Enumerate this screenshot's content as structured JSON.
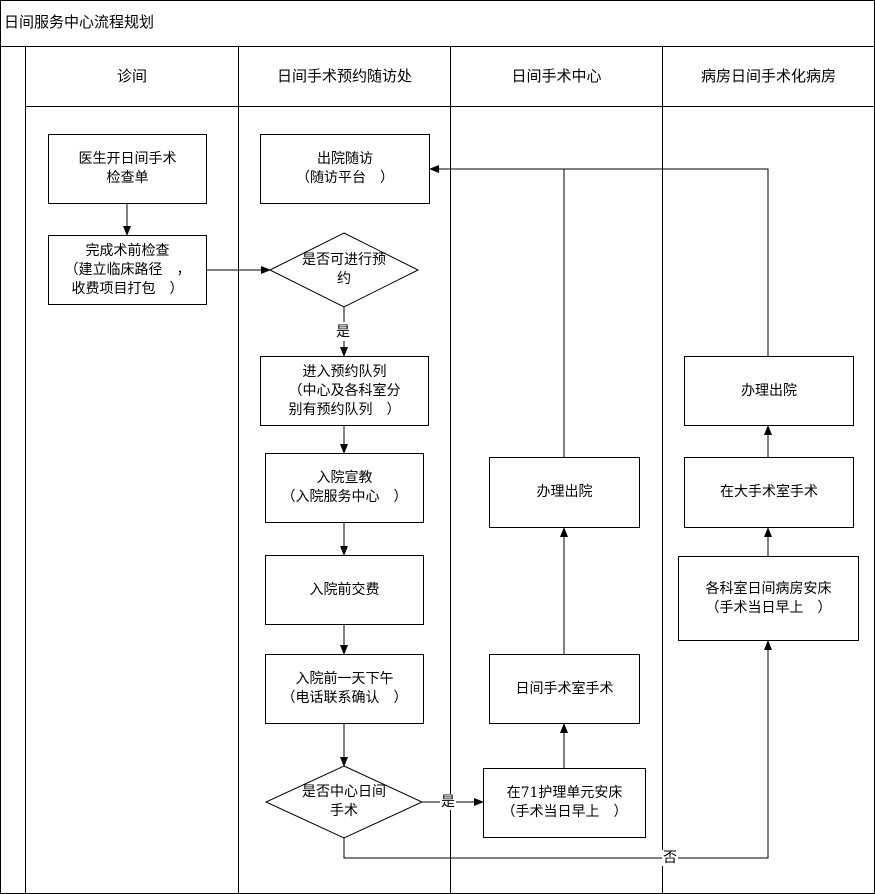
{
  "title": "日间服务中心流程规划",
  "lanes": [
    "诊间",
    "日间手术预约随访处",
    "日间手术中心",
    "病房日间手术化病房"
  ],
  "nodes": {
    "doctor_order": "医生开日间手术\n检查单",
    "preop_exam": "完成术前检查\n（建立临床路径　，\n收费项目打包　）",
    "followup": "出院随访\n（随访平台　）",
    "can_book": "是否可进行预\n约",
    "queue": "进入预约队列\n（中心及各科室分\n别有预约队列　）",
    "education": "入院宣教\n（入院服务中心　）",
    "payment": "入院前交费",
    "phone_confirm": "入院前一天下午\n（电话联系确认　）",
    "is_center": "是否中心日间\n手术",
    "bed71": "在71护理单元安床\n（手术当日早上　）",
    "center_surgery": "日间手术室手术",
    "center_discharge": "办理出院",
    "ward_bed": "各科室日间病房安床\n（手术当日早上　）",
    "main_or": "在大手术室手术",
    "ward_discharge": "办理出院"
  },
  "edge_labels": {
    "yes_1": "是",
    "yes_2": "是",
    "no": "否"
  }
}
